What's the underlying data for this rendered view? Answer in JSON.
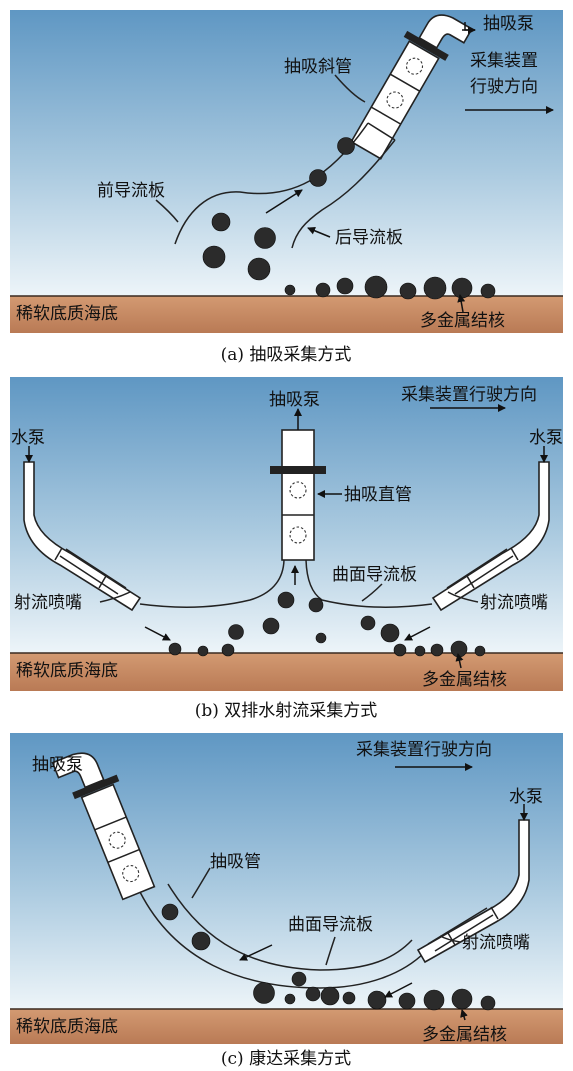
{
  "panels": [
    {
      "id": "a",
      "caption": "(a) 抽吸采集方式",
      "labels": {
        "pump": "抽吸泵",
        "direction": "采集装置行驶方向",
        "direction_line1": "采集装置",
        "direction_line2": "行驶方向",
        "pipe": "抽吸斜管",
        "front_guide": "前导流板",
        "rear_guide": "后导流板",
        "seabed": "稀软底质海底",
        "nodules": "多金属结核"
      }
    },
    {
      "id": "b",
      "caption": "(b) 双排水射流采集方式",
      "labels": {
        "pump": "抽吸泵",
        "direction": "采集装置行驶方向",
        "water_pump_left": "水泵",
        "water_pump_right": "水泵",
        "pipe": "抽吸直管",
        "curved_guide": "曲面导流板",
        "jet_left": "射流喷嘴",
        "jet_right": "射流喷嘴",
        "seabed": "稀软底质海底",
        "nodules": "多金属结核"
      }
    },
    {
      "id": "c",
      "caption": "(c) 康达采集方式",
      "labels": {
        "pump": "抽吸泵",
        "direction": "采集装置行驶方向",
        "water_pump": "水泵",
        "pipe": "抽吸管",
        "curved_guide": "曲面导流板",
        "jet": "射流喷嘴",
        "seabed": "稀软底质海底",
        "nodules": "多金属结核"
      }
    }
  ],
  "colors": {
    "water_top": "#5f97c3",
    "water_bottom": "#eef5f9",
    "seabed_top": "#c68a62",
    "seabed_bottom": "#b77a55",
    "nodule": "#2b2b2b"
  }
}
